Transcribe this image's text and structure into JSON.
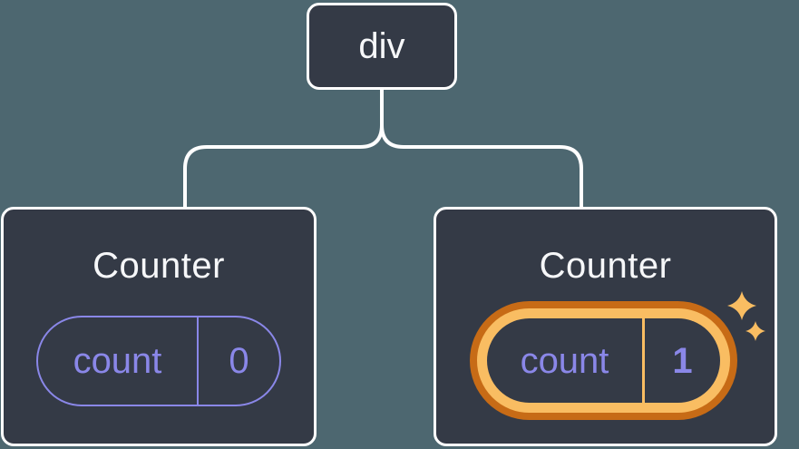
{
  "diagram": {
    "description": "component tree with state",
    "root": {
      "label": "div"
    },
    "children": [
      {
        "title": "Counter",
        "state": {
          "key": "count",
          "value": "0"
        },
        "highlighted": false
      },
      {
        "title": "Counter",
        "state": {
          "key": "count",
          "value": "1"
        },
        "highlighted": true
      }
    ]
  },
  "icons": {
    "sparkle": "four-point-star"
  },
  "colors": {
    "background": "#4d6770",
    "card_fill": "#343a46",
    "card_border": "#ffffff",
    "connector": "#ffffff",
    "text_primary": "#f6f7f9",
    "state_accent": "#8a87e8",
    "highlight_outer": "#c76b16",
    "highlight_inner": "#f9bd62"
  }
}
